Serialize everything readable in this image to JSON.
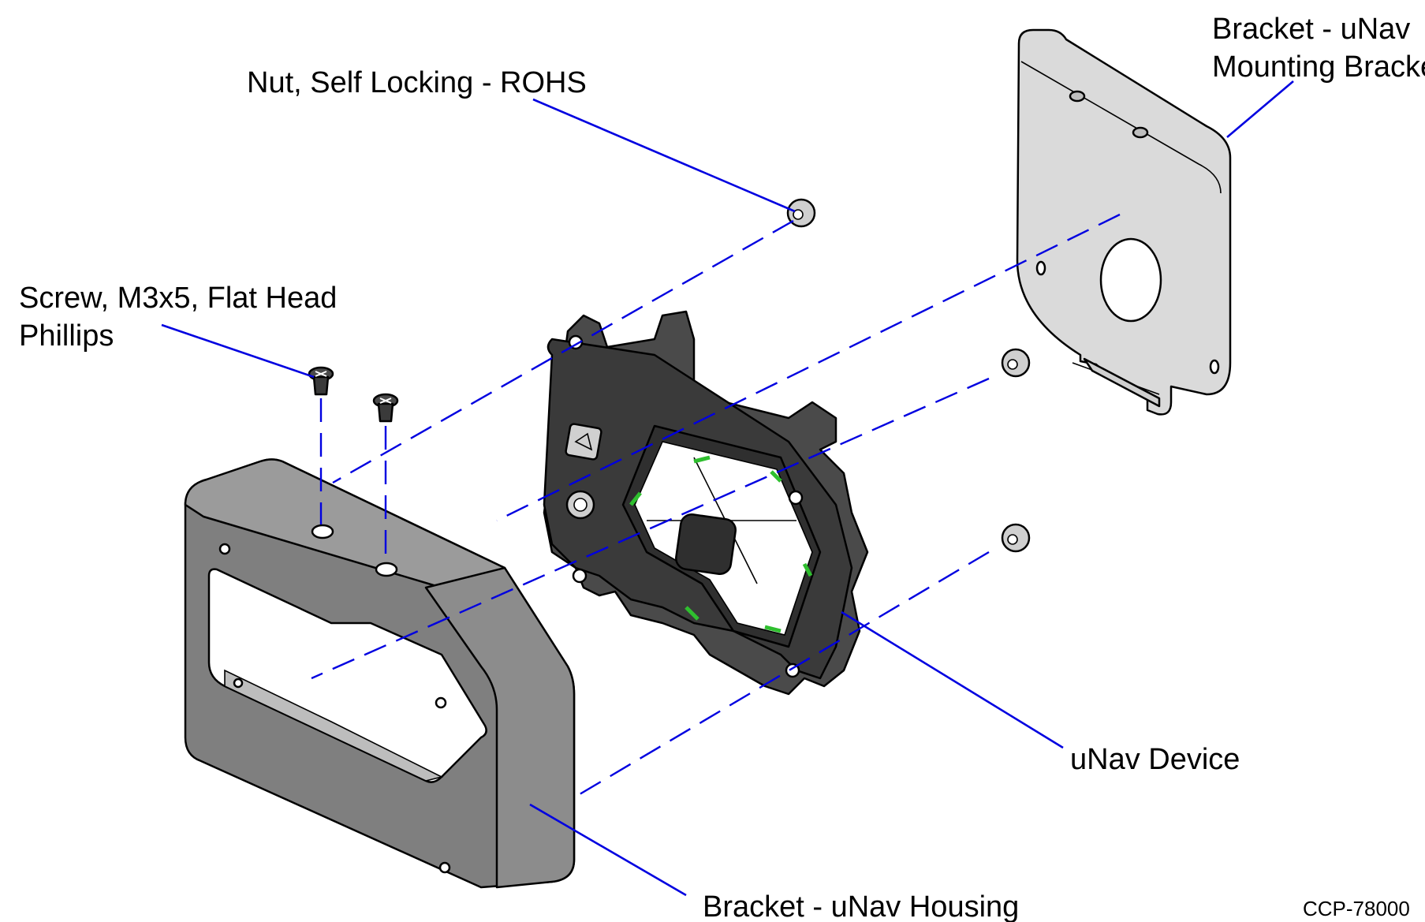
{
  "labels": {
    "nut": "Nut, Self Locking - ROHS",
    "screw_line1": "Screw, M3x5, Flat Head",
    "screw_line2": "Phillips",
    "mounting_bracket_line1": "Bracket - uNav",
    "mounting_bracket_line2": "Mounting Bracket",
    "device": "uNav Device",
    "housing": "Bracket - uNav Housing"
  },
  "document_id": "CCP-78000",
  "colors": {
    "leader": "#0000e0",
    "housing": "#8a8a8a",
    "mounting_bracket": "#dadada",
    "device": "#3a3a3a",
    "seal": "#2fbf2f"
  },
  "icons": {
    "screw": "phillips-screw-icon",
    "nut": "flange-nut-icon"
  }
}
